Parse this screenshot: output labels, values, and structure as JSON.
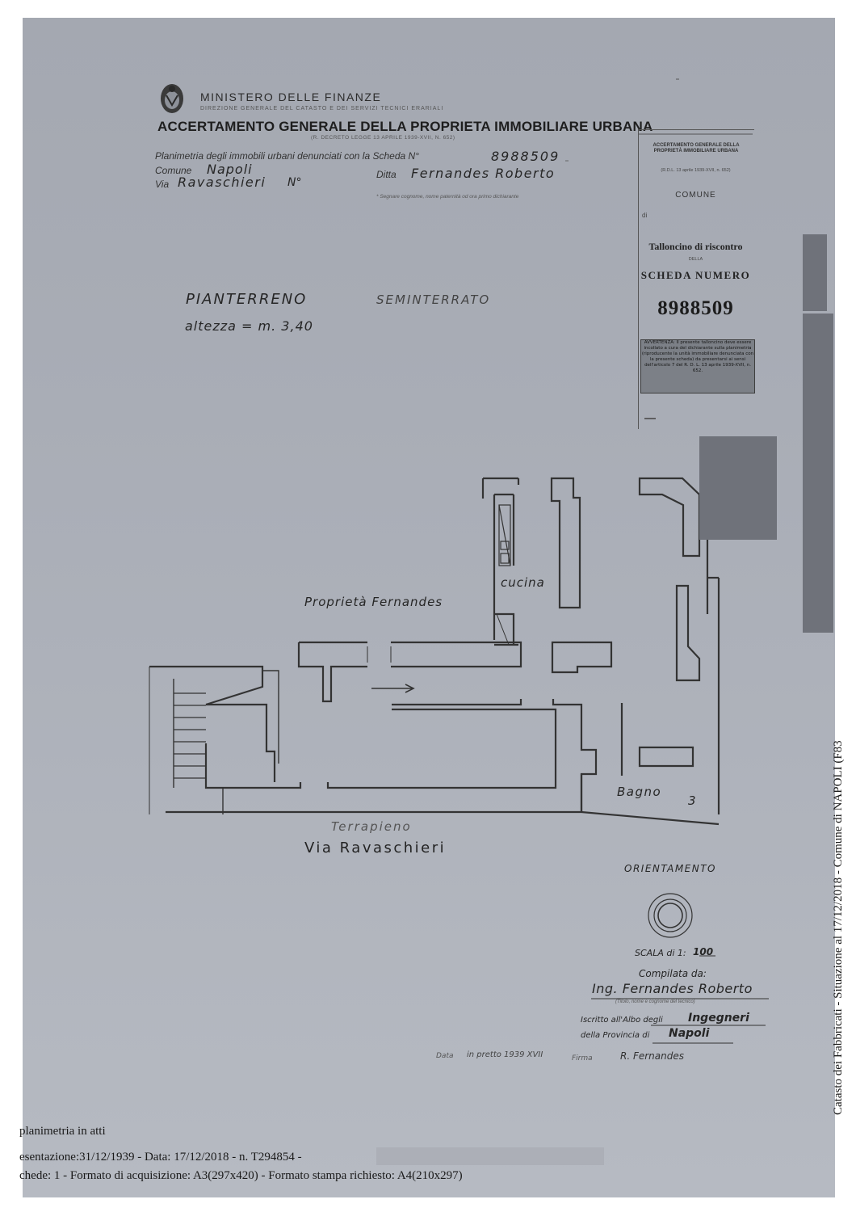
{
  "header": {
    "ministry": "MINISTERO DELLE FINANZE",
    "direzione": "DIREZIONE GENERALE DEL CATASTO E DEI SERVIZI TECNICI ERARIALI",
    "title": "ACCERTAMENTO GENERALE DELLA PROPRIETA IMMOBILIARE URBANA",
    "decreto": "(R. DECRETO LEGGE 13 APRILE 1939-XVII, N. 652)",
    "emblem_icon": "state-emblem-icon"
  },
  "form": {
    "planimetria_label": "Planimetria degli immobili urbani denunciati con la Scheda N°",
    "scheda_value": "8988509",
    "comune_label": "Comune",
    "comune_value": "Napoli",
    "ditta_label": "Ditta",
    "ditta_value": "Fernandes Roberto",
    "via_label": "Via",
    "via_value": "Ravaschieri",
    "numero_label": "N°",
    "ditta_note": "* Segnare cognome, nome paternità od ora primo dichiarante"
  },
  "floor": {
    "name": "PIANTERRENO",
    "name2": "SEMINTERRATO",
    "height_text": "altezza = m. 3,40"
  },
  "talloncino": {
    "heading": "ACCERTAMENTO GENERALE DELLA PROPRIETÀ IMMOBILIARE URBANA",
    "decreto": "(R.D.L. 13 aprile 1939-XVII, n. 652)",
    "comune": "COMUNE",
    "di": "di",
    "title": "Talloncino di riscontro",
    "della": "DELLA",
    "scheda_label": "SCHEDA NUMERO",
    "scheda_number": "8988509",
    "avvertenza": "AVVERTENZA: Il presente talloncino deve essere incollato a cura del dichiarante sulla planimetria (riproducente la unità immobiliare denunciata con la presente scheda) da presentarsi ai sensi dell'articolo 7 del R. D. L. 13 aprile 1939-XVII, n. 652."
  },
  "plan": {
    "label_neighbor": "Proprietà Fernandes",
    "label_kitchen": "cucina",
    "label_bath": "Bagno",
    "label_bath_num": "3",
    "label_terrapieno": "Terrapieno",
    "label_street": "Via Ravaschieri"
  },
  "orientation": {
    "label": "ORIENTAMENTO",
    "compass_icon": "compass-rose-icon"
  },
  "signature": {
    "scala_label": "SCALA di 1:",
    "scala_value": "100",
    "compilata_label": "Compilata da:",
    "compilata_value": "Ing. Fernandes Roberto",
    "compilata_note": "(Titolo, nome e cognome del tecnico)",
    "iscritto_label": "Iscritto all'Albo degli",
    "iscritto_value": "Ingegneri",
    "provincia_label": "della Provincia di",
    "provincia_value": "Napoli",
    "data_label": "Data",
    "data_value": "in pretto 1939 XVII",
    "firma_label": "Firma",
    "firma_value": "R. Fernandes"
  },
  "footer": {
    "line1": "planimetria in atti",
    "line2": "esentazione:31/12/1939 - Data: 17/12/2018 - n. T294854 -",
    "line3": "chede: 1 - Formato di acquisizione: A3(297x420)  - Formato stampa richiesto: A4(210x297)"
  },
  "side_stamp": "Catasto dei Fabbricati - Situazione al 17/12/2018 - Comune di NAPOLI (F83"
}
